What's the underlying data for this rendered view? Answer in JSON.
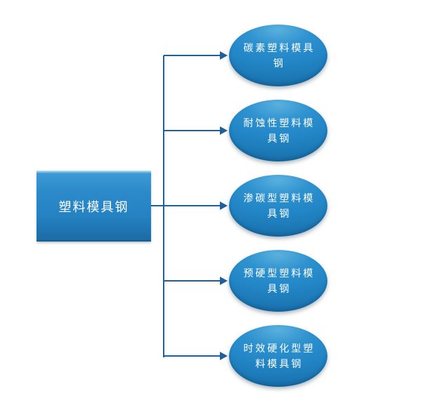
{
  "diagram": {
    "type": "hierarchy-diagram",
    "root": {
      "label": "塑料模具钢"
    },
    "children": [
      {
        "label": "碳素塑料模具钢",
        "lines": [
          "碳素塑料模具",
          "钢"
        ]
      },
      {
        "label": "耐蚀性塑料模具钢",
        "lines": [
          "耐蚀性塑料模",
          "具钢"
        ]
      },
      {
        "label": "渗碳型塑料模具钢",
        "lines": [
          "渗碳型塑料模",
          "具钢"
        ]
      },
      {
        "label": "预硬型塑料模具钢",
        "lines": [
          "预硬型塑料模",
          "具钢"
        ]
      },
      {
        "label": "时效硬化型塑料模具钢",
        "lines": [
          "时效硬化型塑",
          "料模具钢"
        ]
      }
    ],
    "colors": {
      "node_fill_top": "#5ab0de",
      "node_fill_mid": "#2488c8",
      "node_fill_bottom": "#176da9",
      "connector": "#1e5f9e",
      "text_color": "#ffffff",
      "bg": "#ffffff"
    }
  }
}
